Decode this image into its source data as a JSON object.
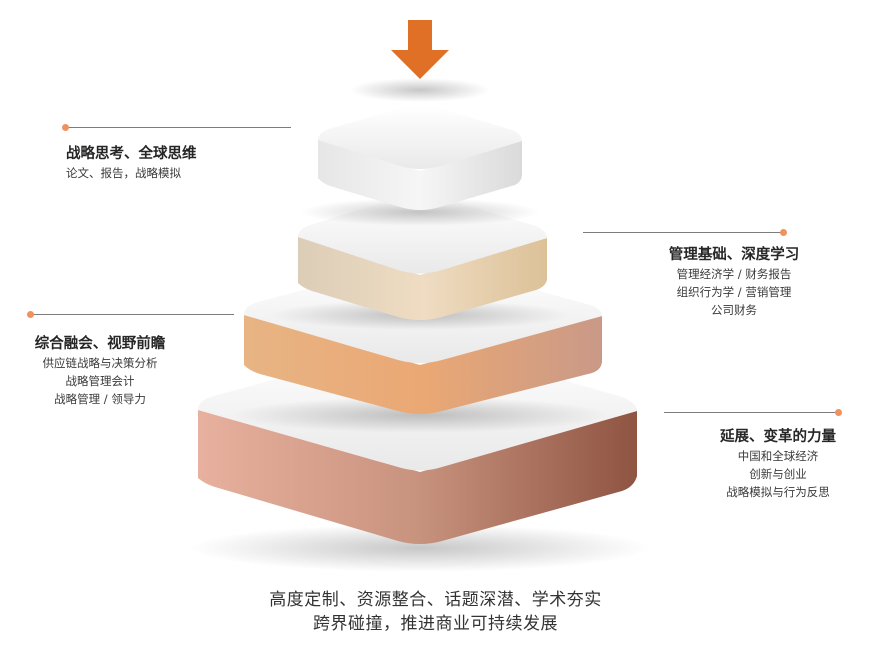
{
  "colors": {
    "arrow": "#e07025",
    "dot": "#f0925f",
    "line": "#7d7d7d",
    "layer_tops": "#ffffff",
    "layer_sides": [
      "#ecebeb",
      "#ead4b8",
      "#eaa874",
      "#dba08f"
    ]
  },
  "icons": {
    "arrow": "down-arrow-icon",
    "dot": "bullet-dot-icon"
  },
  "pyramid_layers": [
    {
      "id": "layer-1-top",
      "title": "战略思考、全球思维",
      "items": [
        "论文、报告，战略模拟"
      ]
    },
    {
      "id": "layer-2",
      "title": "管理基础、深度学习",
      "items": [
        "管理经济学 /  财务报告",
        "组织行为学 /  营销管理",
        "公司财务"
      ]
    },
    {
      "id": "layer-3",
      "title": "综合融会、视野前瞻",
      "items": [
        "供应链战略与决策分析",
        "战略管理会计",
        "战略管理 / 领导力"
      ]
    },
    {
      "id": "layer-4-bottom",
      "title": "延展、变革的力量",
      "items": [
        "中国和全球经济",
        "创新与创业",
        "战略模拟与行为反思"
      ]
    }
  ],
  "caption": {
    "line1": "高度定制、资源整合、话题深潜、学术夯实",
    "line2": "跨界碰撞，推进商业可持续发展"
  }
}
